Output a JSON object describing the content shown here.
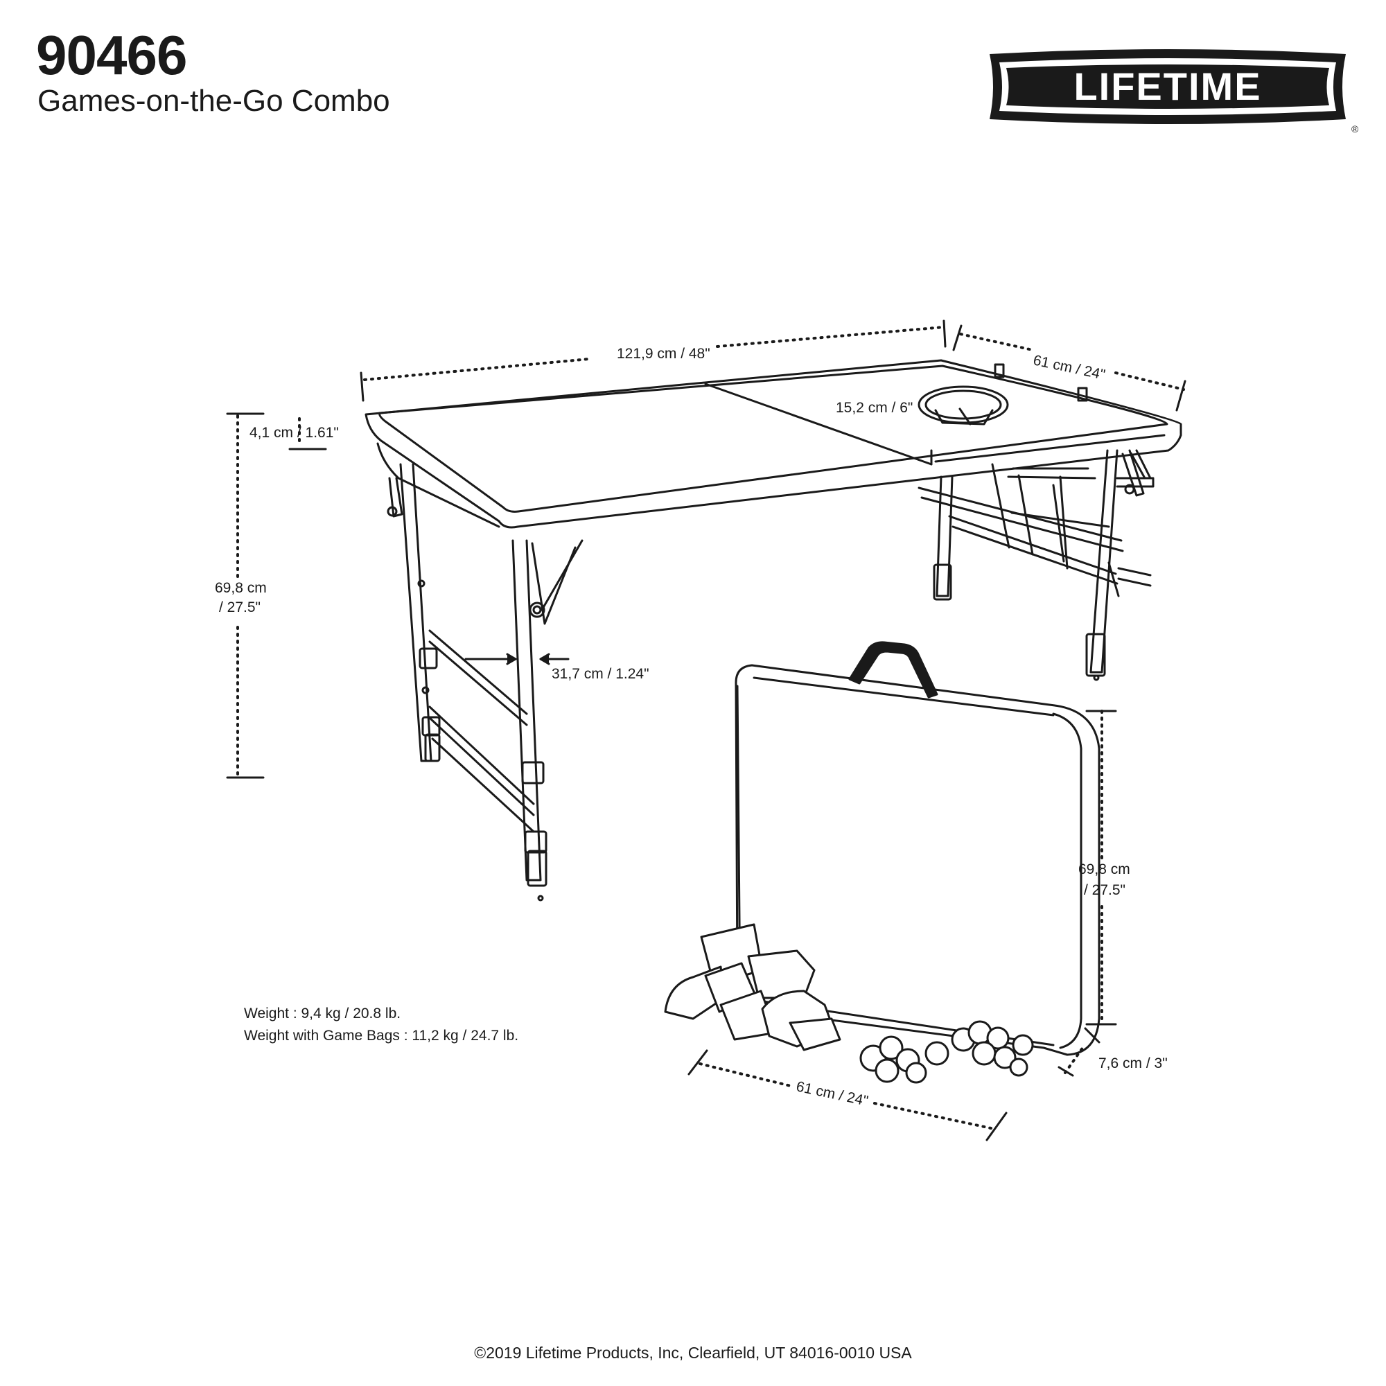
{
  "header": {
    "model_number": "90466",
    "product_name": "Games-on-the-Go Combo"
  },
  "brand": {
    "logo_text": "LIFETIME",
    "registered_mark": "®"
  },
  "dimensions": {
    "table_length": "121,9 cm / 48\"",
    "table_width": "61 cm / 24\"",
    "hole_diameter": "15,2 cm / 6\"",
    "top_thickness": "4,1 cm / 1.61\"",
    "table_height_cm": "69,8 cm",
    "table_height_in": "/ 27.5\"",
    "leg_width": "31,7 cm / 1.24\"",
    "folded_height_cm": "69,8 cm",
    "folded_height_in": "/ 27.5\"",
    "folded_width": "61 cm / 24\"",
    "folded_depth": "7,6 cm / 3\""
  },
  "specs": {
    "weight": "Weight : 9,4 kg / 20.8 lb.",
    "weight_with_bags": "Weight with Game Bags : 11,2 kg / 24.7 lb."
  },
  "footer": {
    "copyright": "©2019 Lifetime Products, Inc, Clearfield, UT 84016-0010 USA"
  }
}
